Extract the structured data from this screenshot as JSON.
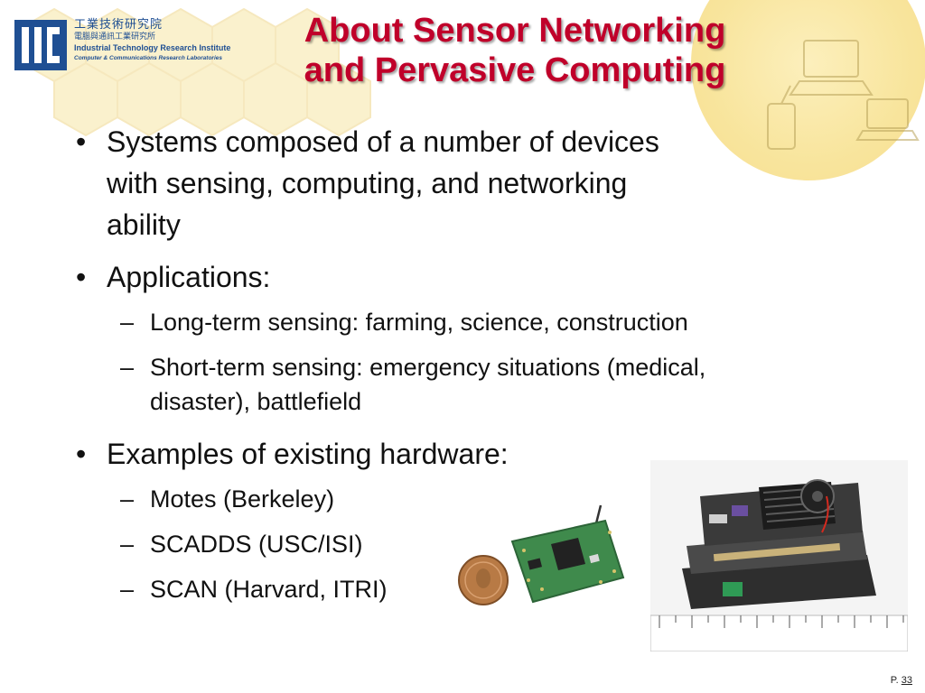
{
  "logo": {
    "chinese_line1": "工業技術研究院",
    "chinese_line2": "電腦與通訊工業研究所",
    "english_line1": "Industrial Technology Research Institute",
    "english_line2": "Computer & Communications Research Laboratories"
  },
  "title": {
    "line1": "About Sensor Networking",
    "line2": "and Pervasive Computing"
  },
  "bullets": [
    {
      "lines": [
        "Systems composed of a number of devices",
        "with sensing, computing, and networking",
        "ability"
      ],
      "subs": []
    },
    {
      "lines": [
        "Applications:"
      ],
      "subs": [
        {
          "lines": [
            "Long-term sensing: farming, science, construction"
          ]
        },
        {
          "lines": [
            "Short-term sensing: emergency situations (medical,",
            "disaster), battlefield"
          ]
        }
      ]
    },
    {
      "lines": [
        "Examples of existing hardware:"
      ],
      "subs": [
        {
          "lines": [
            "Motes (Berkeley)"
          ]
        },
        {
          "lines": [
            "SCADDS (USC/ISI)"
          ]
        },
        {
          "lines": [
            "SCAN (Harvard, ITRI)"
          ]
        }
      ]
    }
  ],
  "markers": {
    "level1": "•",
    "level2": "–"
  },
  "footer": {
    "prefix": "P.",
    "page": "33"
  },
  "colors": {
    "title": "#c0002a",
    "logo_blue": "#1f4f93",
    "text": "#111111",
    "honeycomb": "#f3dd8f"
  }
}
